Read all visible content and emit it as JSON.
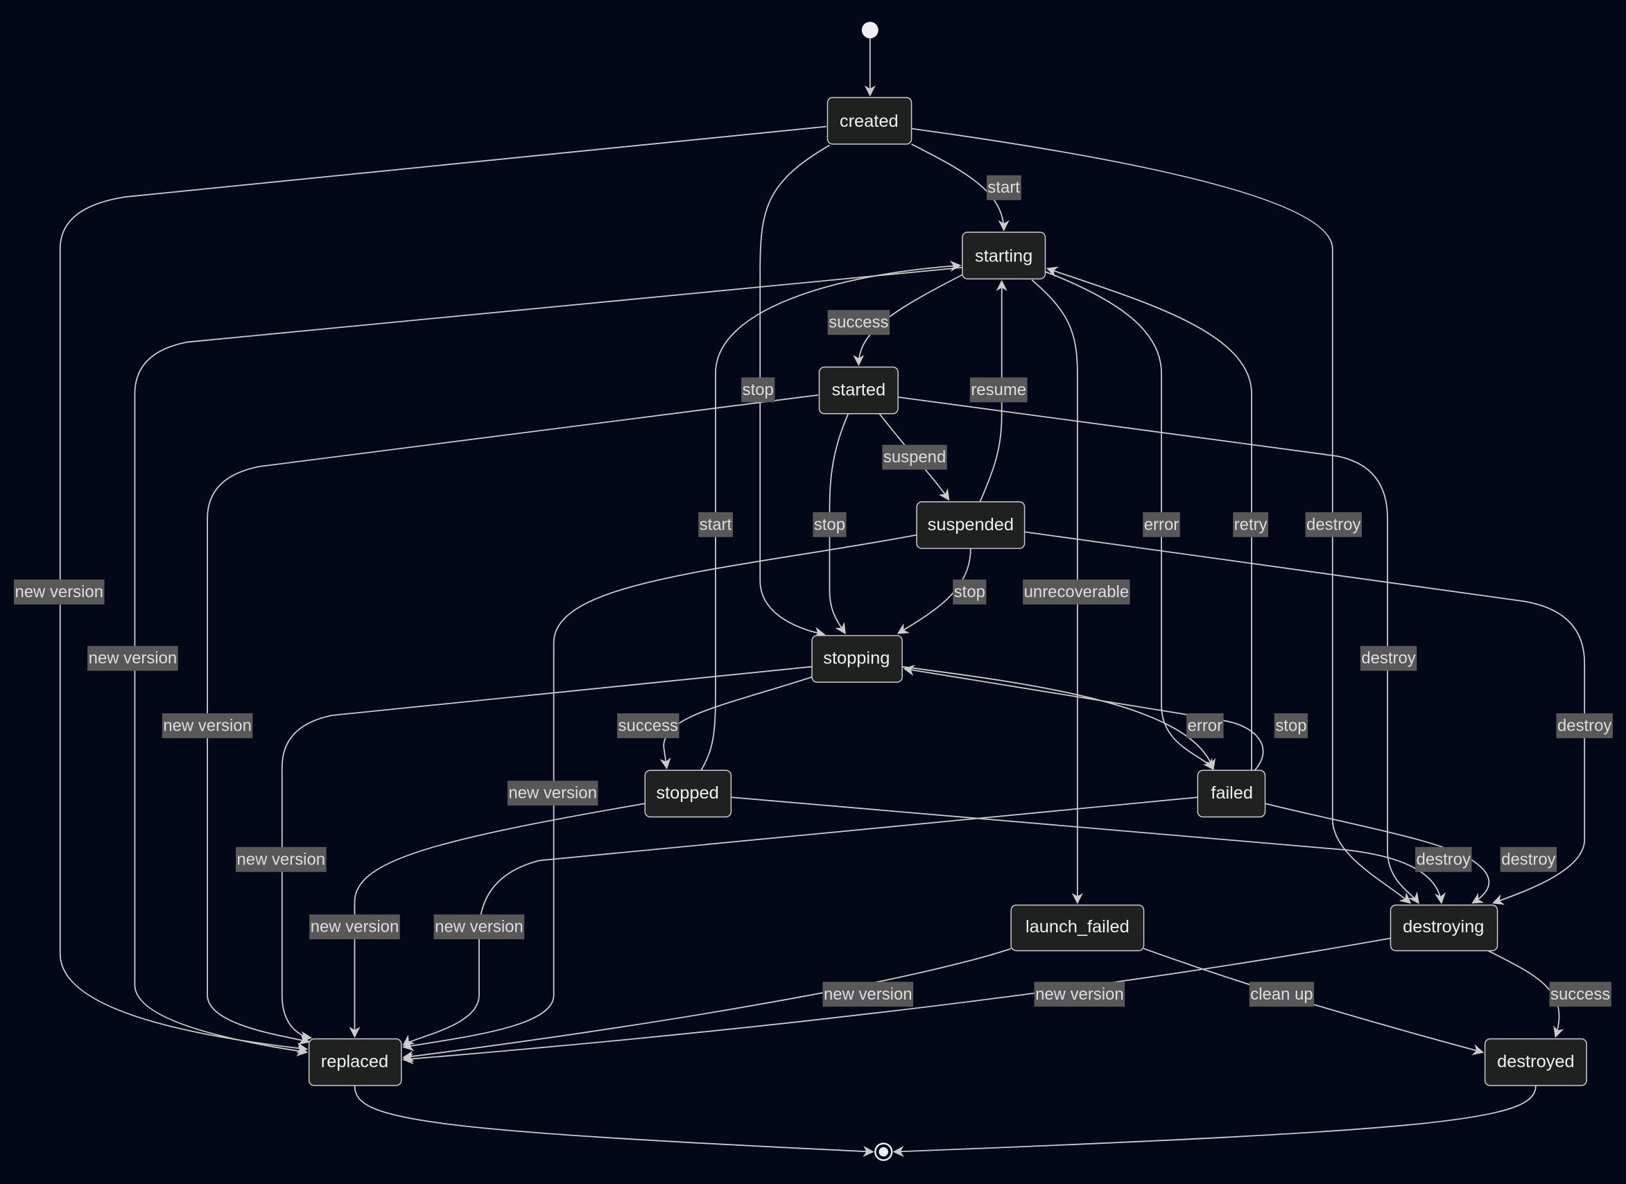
{
  "states": {
    "created": "created",
    "starting": "starting",
    "started": "started",
    "suspended": "suspended",
    "stopping": "stopping",
    "stopped": "stopped",
    "failed": "failed",
    "launch_failed": "launch_failed",
    "destroying": "destroying",
    "replaced": "replaced",
    "destroyed": "destroyed"
  },
  "transitions": [
    {
      "from": "created",
      "to": "starting",
      "label": "start"
    },
    {
      "from": "created",
      "to": "stopping",
      "label": "stop"
    },
    {
      "from": "created",
      "to": "destroying",
      "label": "destroy"
    },
    {
      "from": "created",
      "to": "replaced",
      "label": "new version"
    },
    {
      "from": "starting",
      "to": "started",
      "label": "success"
    },
    {
      "from": "starting",
      "to": "failed",
      "label": "error"
    },
    {
      "from": "starting",
      "to": "launch_failed",
      "label": "unrecoverable"
    },
    {
      "from": "starting",
      "to": "replaced",
      "label": "new version"
    },
    {
      "from": "suspended",
      "to": "starting",
      "label": "resume"
    },
    {
      "from": "stopped",
      "to": "starting",
      "label": "start"
    },
    {
      "from": "failed",
      "to": "starting",
      "label": "retry"
    },
    {
      "from": "started",
      "to": "suspended",
      "label": "suspend"
    },
    {
      "from": "started",
      "to": "stopping",
      "label": "stop"
    },
    {
      "from": "started",
      "to": "destroying",
      "label": "destroy"
    },
    {
      "from": "started",
      "to": "replaced",
      "label": "new version"
    },
    {
      "from": "suspended",
      "to": "stopping",
      "label": "stop"
    },
    {
      "from": "suspended",
      "to": "destroying",
      "label": "destroy"
    },
    {
      "from": "suspended",
      "to": "replaced",
      "label": "new version"
    },
    {
      "from": "stopping",
      "to": "stopped",
      "label": "success"
    },
    {
      "from": "stopping",
      "to": "failed",
      "label": "error"
    },
    {
      "from": "failed",
      "to": "stopping",
      "label": "stop"
    },
    {
      "from": "stopping",
      "to": "replaced",
      "label": "new version"
    },
    {
      "from": "failed",
      "to": "destroying",
      "label": "destroy"
    },
    {
      "from": "stopped",
      "to": "destroying",
      "label": "destroy"
    },
    {
      "from": "stopped",
      "to": "replaced",
      "label": "new version"
    },
    {
      "from": "failed",
      "to": "replaced",
      "label": "new version"
    },
    {
      "from": "launch_failed",
      "to": "replaced",
      "label": "new version"
    },
    {
      "from": "launch_failed",
      "to": "destroyed",
      "label": "clean up"
    },
    {
      "from": "destroying",
      "to": "replaced",
      "label": "new version"
    },
    {
      "from": "destroying",
      "to": "destroyed",
      "label": "success"
    }
  ],
  "colors": {
    "background": "#020817",
    "node_fill": "#1f2020",
    "stroke": "#cccccc",
    "label_bg": "#585858"
  }
}
